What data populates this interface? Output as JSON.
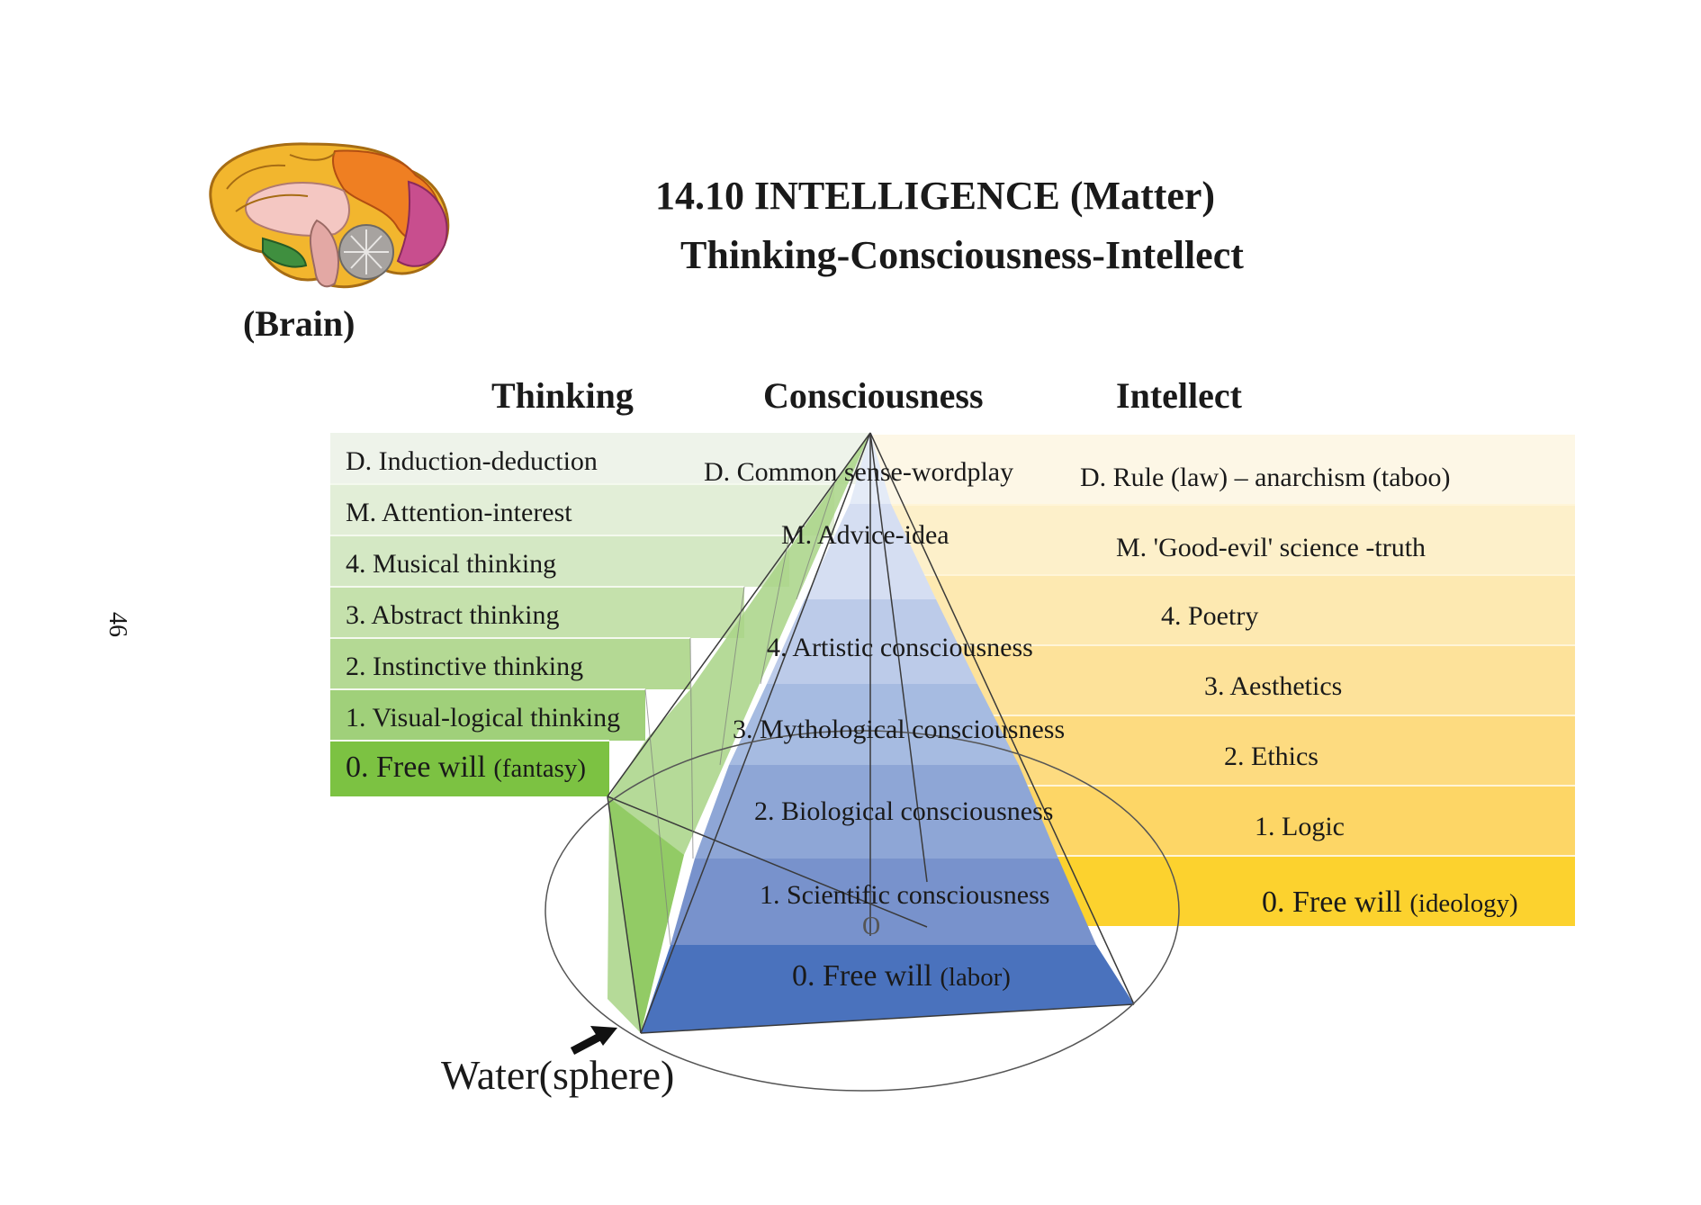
{
  "header": {
    "title": "14.10 INTELLIGENCE (Matter)",
    "subtitle": "Thinking-Consciousness-Intellect",
    "brain_label": "(Brain)",
    "page_number": "46"
  },
  "columns": {
    "thinking": "Thinking",
    "consciousness": "Consciousness",
    "intellect": "Intellect"
  },
  "thinking": [
    {
      "label": "D. Induction-deduction"
    },
    {
      "label": "M. Attention-interest"
    },
    {
      "label": "4. Musical thinking"
    },
    {
      "label": "3. Abstract thinking"
    },
    {
      "label": "2. Instinctive thinking"
    },
    {
      "label": "1. Visual-logical thinking"
    },
    {
      "label": "0. Free will",
      "note": "(fantasy)"
    }
  ],
  "consciousness": [
    {
      "label": "D. Common sense-wordplay"
    },
    {
      "label": "M. Advice-idea"
    },
    {
      "label": "4. Artistic consciousness"
    },
    {
      "label": "3. Mythological consciousness"
    },
    {
      "label": "2. Biological consciousness"
    },
    {
      "label": "1. Scientific consciousness"
    },
    {
      "label": "0. Free will",
      "note": "(labor)"
    }
  ],
  "intellect": [
    {
      "label": "D.  Rule (law) – anarchism (taboo)"
    },
    {
      "label": "M. 'Good-evil' science -truth"
    },
    {
      "label": "4.  Poetry"
    },
    {
      "label": "3. Aesthetics"
    },
    {
      "label": "2. Ethics"
    },
    {
      "label": "1. Logic"
    },
    {
      "label": "0. Free will",
      "note": "(ideology)"
    }
  ],
  "footer": {
    "water_label": "Water(sphere)",
    "origin_mark": "O"
  },
  "colors": {
    "thinking_band_top": "#eef3ea",
    "thinking_band_bottom": "#7cc242",
    "consciousness_top": "#e1e8f6",
    "consciousness_bottom": "#4a72bd",
    "intellect_top": "#fdf8e8",
    "intellect_bottom": "#fcd22e"
  }
}
